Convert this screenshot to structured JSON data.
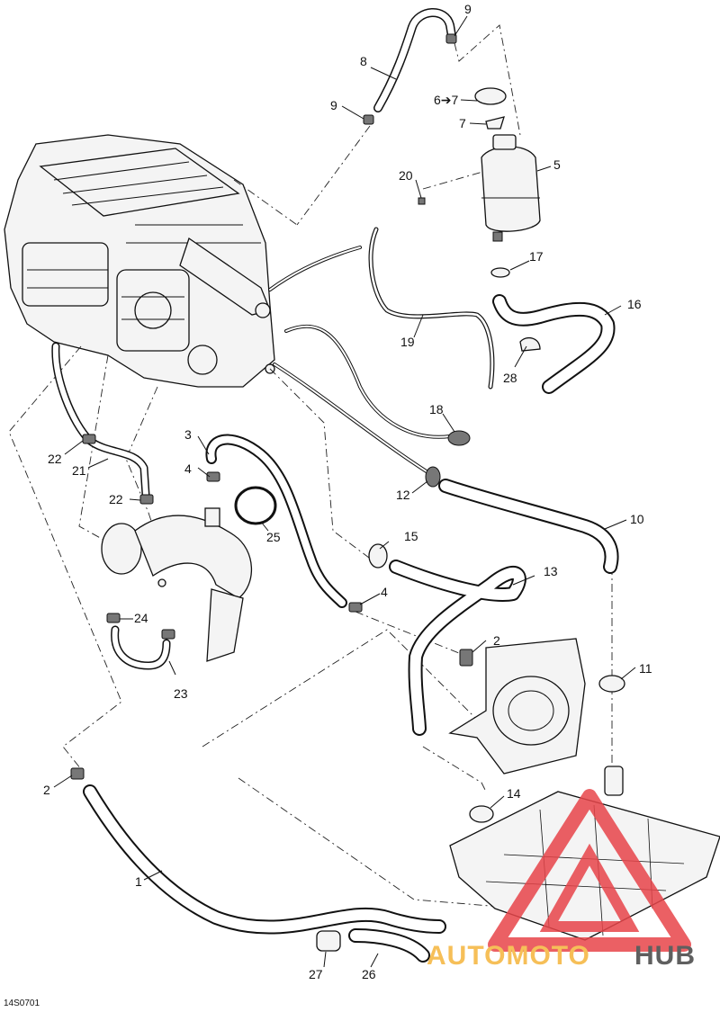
{
  "diagram_code": "14S0701",
  "callouts": [
    {
      "id": "c1",
      "text": "1"
    },
    {
      "id": "c2a",
      "text": "2"
    },
    {
      "id": "c2b",
      "text": "2"
    },
    {
      "id": "c3",
      "text": "3"
    },
    {
      "id": "c4a",
      "text": "4"
    },
    {
      "id": "c4b",
      "text": "4"
    },
    {
      "id": "c5",
      "text": "5"
    },
    {
      "id": "c6",
      "text": "6➔7"
    },
    {
      "id": "c7",
      "text": "7"
    },
    {
      "id": "c8",
      "text": "8"
    },
    {
      "id": "c9a",
      "text": "9"
    },
    {
      "id": "c9b",
      "text": "9"
    },
    {
      "id": "c10",
      "text": "10"
    },
    {
      "id": "c11",
      "text": "11"
    },
    {
      "id": "c12",
      "text": "12"
    },
    {
      "id": "c13",
      "text": "13"
    },
    {
      "id": "c14",
      "text": "14"
    },
    {
      "id": "c15",
      "text": "15"
    },
    {
      "id": "c16",
      "text": "16"
    },
    {
      "id": "c17",
      "text": "17"
    },
    {
      "id": "c18",
      "text": "18"
    },
    {
      "id": "c19",
      "text": "19"
    },
    {
      "id": "c20",
      "text": "20"
    },
    {
      "id": "c21",
      "text": "21"
    },
    {
      "id": "c22a",
      "text": "22"
    },
    {
      "id": "c22b",
      "text": "22"
    },
    {
      "id": "c23",
      "text": "23"
    },
    {
      "id": "c24",
      "text": "24"
    },
    {
      "id": "c25",
      "text": "25"
    },
    {
      "id": "c26",
      "text": "26"
    },
    {
      "id": "c27",
      "text": "27"
    },
    {
      "id": "c28",
      "text": "28"
    }
  ],
  "watermark": {
    "part1": "AUTOMOTO",
    "part2": "HUB",
    "colors": {
      "triangle": "#e8454a",
      "part1": "#f5b43c",
      "part2": "#444444"
    }
  }
}
